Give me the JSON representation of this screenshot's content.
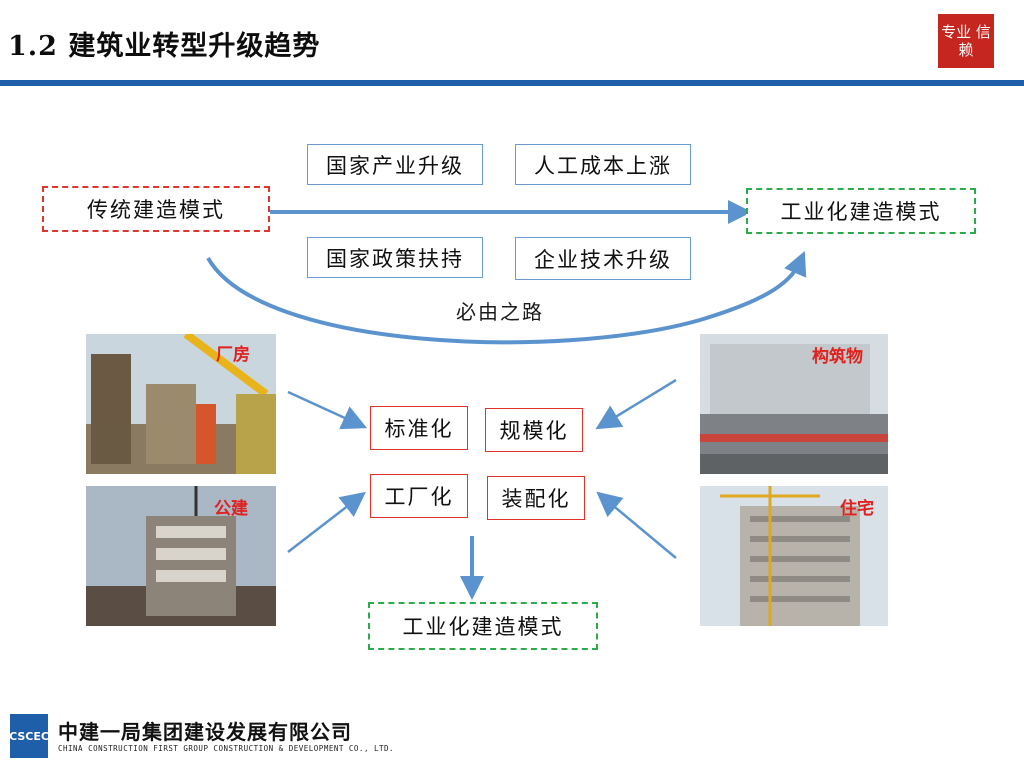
{
  "header": {
    "title": "1.2 建筑业转型升级趋势",
    "logo_text": "专业 信赖"
  },
  "flow": {
    "source_mode": "传统建造模式",
    "target_mode": "工业化建造模式",
    "drivers": [
      "国家产业升级",
      "人工成本上涨",
      "国家政策扶持",
      "企业技术升级"
    ],
    "path_label": "必由之路"
  },
  "center": {
    "features": [
      "标准化",
      "规模化",
      "工厂化",
      "装配化"
    ],
    "result": "工业化建造模式"
  },
  "photos": {
    "factory": "厂房",
    "structure": "构筑物",
    "public": "公建",
    "residential": "住宅"
  },
  "footer": {
    "company_cn": "中建一局集团建设发展有限公司",
    "company_en": "CHINA CONSTRUCTION FIRST GROUP CONSTRUCTION & DEVELOPMENT CO., LTD.",
    "logo_text": "CSCEC"
  },
  "colors": {
    "accent_blue": "#1f5ea8",
    "arrow_blue": "#5b93cf",
    "dash_red": "#e0342c",
    "dash_green": "#2daa4a"
  }
}
